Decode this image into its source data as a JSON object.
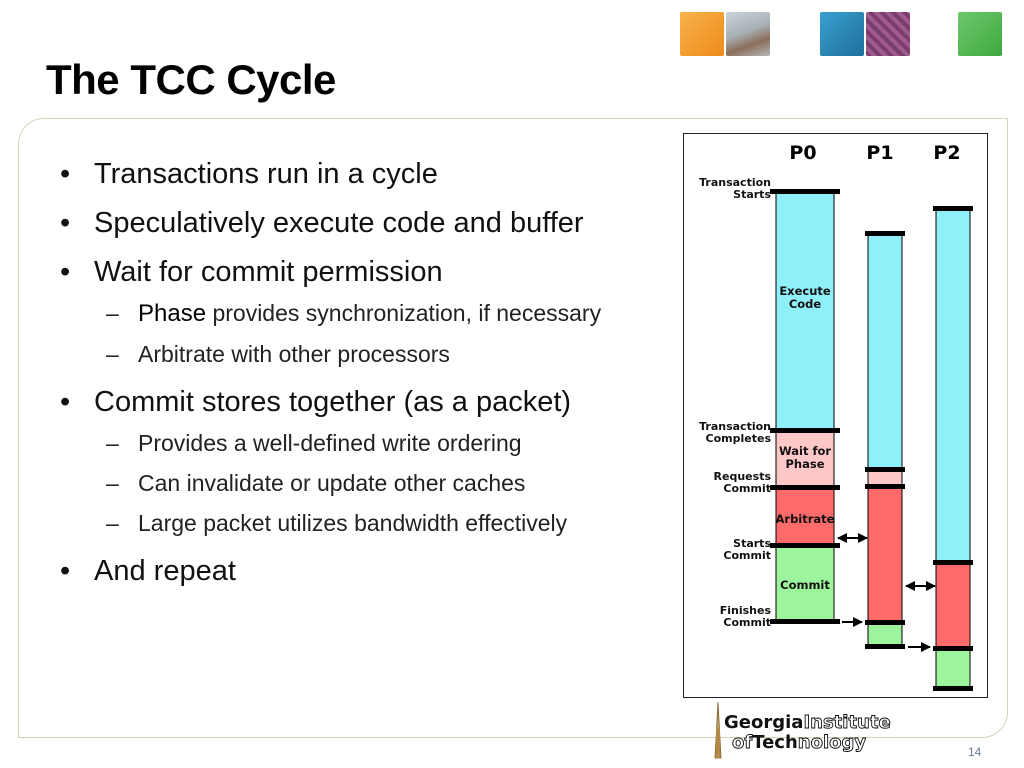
{
  "slide": {
    "title": "The TCC Cycle",
    "page_number": "14"
  },
  "bullets": {
    "b1": "Transactions run in a cycle",
    "b2": "Speculatively execute code and buffer",
    "b3": "Wait for commit permission",
    "b3_sub1_em": "Phase",
    "b3_sub1_rest": " provides synchronization, if necessary",
    "b3_sub2": "Arbitrate with other processors",
    "b4": "Commit stores together (as a packet)",
    "b4_sub1": "Provides a well-defined write ordering",
    "b4_sub2": "Can invalidate or update other caches",
    "b4_sub3": "Large packet utilizes bandwidth effectively",
    "b5": "And repeat"
  },
  "diagram": {
    "processors": [
      "P0",
      "P1",
      "P2"
    ],
    "events": {
      "tx_starts": [
        "Transaction",
        "Starts"
      ],
      "tx_completes": [
        "Transaction",
        "Completes"
      ],
      "requests_commit": [
        "Requests",
        "Commit"
      ],
      "starts_commit": [
        "Starts",
        "Commit"
      ],
      "finishes_commit": [
        "Finishes",
        "Commit"
      ]
    },
    "phases": {
      "execute": [
        "Execute",
        "Code"
      ],
      "wait": [
        "Wait for",
        "Phase"
      ],
      "arbitrate": "Arbitrate",
      "commit": "Commit"
    },
    "colors": {
      "execute": "#8ff0fa",
      "wait": "#ffc8c8",
      "arbitrate": "#ff6a6a",
      "commit": "#9cf59c"
    }
  },
  "logo": {
    "line1_bold": "Georgia",
    "line1_outline": "Institute",
    "line2_outline": "of",
    "line2_bold": "Tech",
    "line2_outline2": "nology"
  },
  "header_tiles": {
    "colors": [
      "#f39c2a",
      "#9aa3a8",
      "#2a86b8",
      "#8a4a7a",
      "#5cb85c"
    ]
  }
}
